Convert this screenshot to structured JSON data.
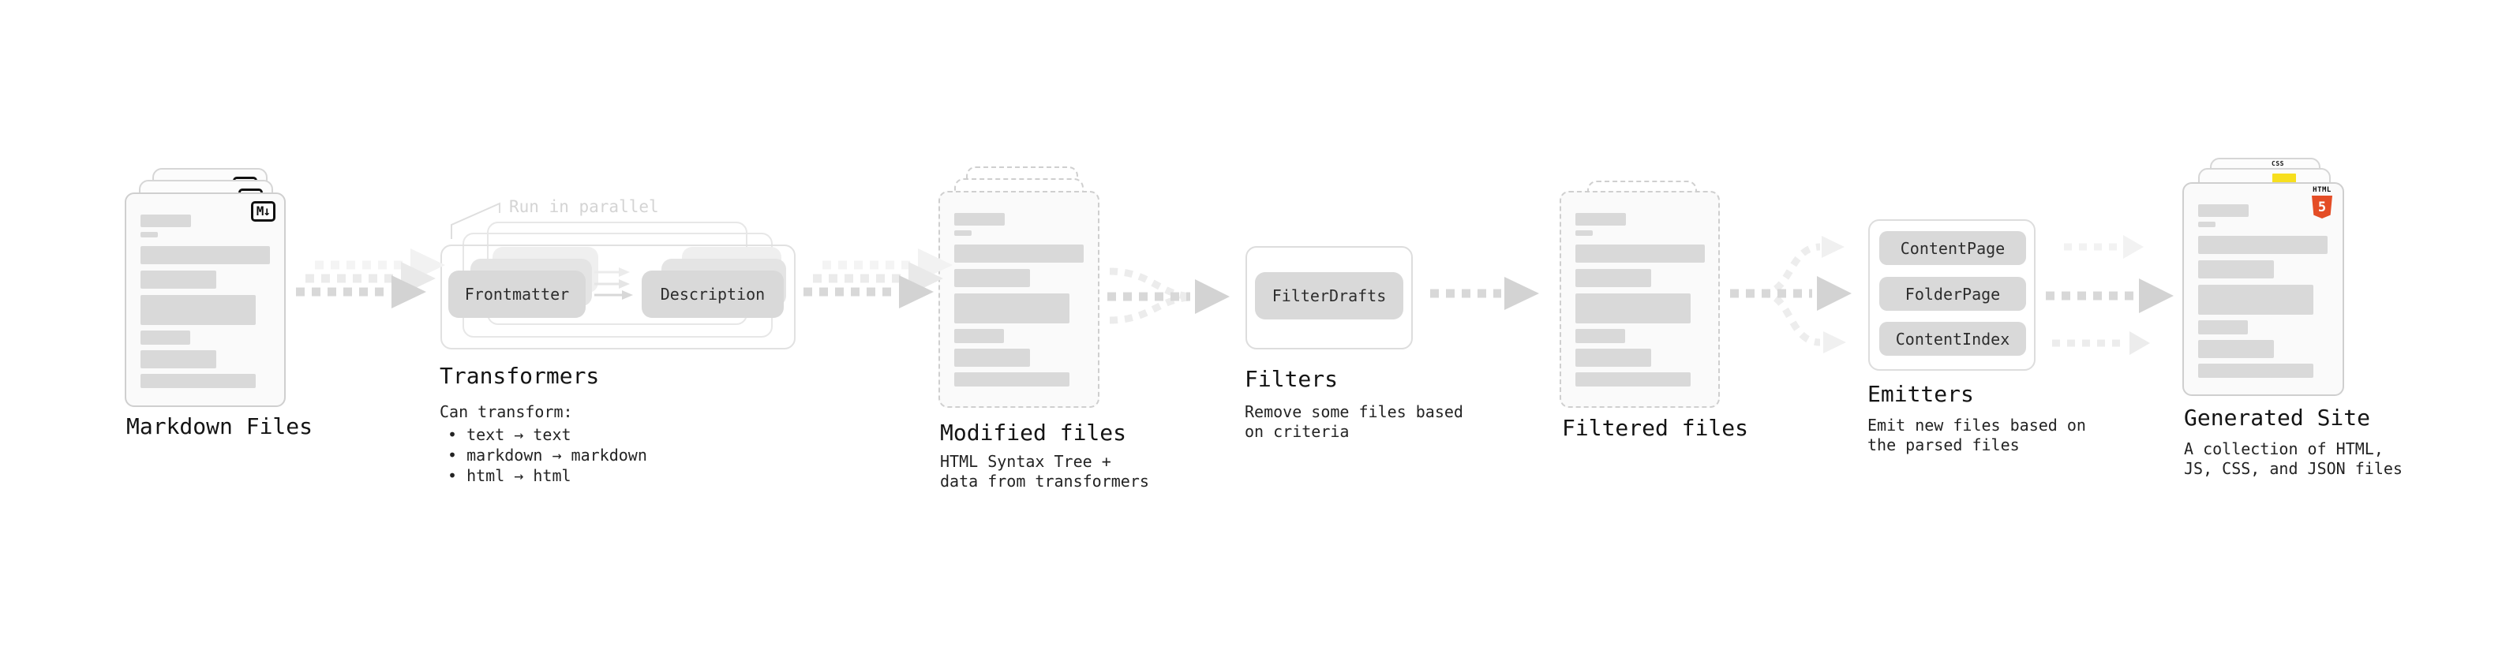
{
  "stages": {
    "markdown": {
      "title": "Markdown Files"
    },
    "transformers": {
      "title": "Transformers",
      "annotation": "Run in parallel",
      "pill_left": "Frontmatter",
      "pill_right": "Description",
      "caption_heading": "Can transform:",
      "bullets": [
        "• text → text",
        "• markdown → markdown",
        "• html → html"
      ]
    },
    "modified": {
      "title": "Modified files",
      "caption": [
        "HTML Syntax Tree +",
        "data from transformers"
      ]
    },
    "filters": {
      "title": "Filters",
      "pill": "FilterDrafts",
      "caption": [
        "Remove some files based",
        "on criteria"
      ]
    },
    "filtered": {
      "title": "Filtered files"
    },
    "emitters": {
      "title": "Emitters",
      "pills": [
        "ContentPage",
        "FolderPage",
        "ContentIndex"
      ],
      "caption": [
        "Emit new files based on",
        "the parsed files"
      ]
    },
    "generated": {
      "title": "Generated Site",
      "caption": [
        "A collection of HTML,",
        "JS, CSS, and JSON files"
      ]
    }
  },
  "badges": {
    "markdown_icon": "M↓",
    "html5_word": "HTML",
    "html5_number": "5",
    "css_word": "CSS"
  },
  "colors": {
    "html5_orange": "#e44d26",
    "js_yellow": "#f7df1e",
    "css_blue": "#2f68e0",
    "placeholder_gray": "#d9d9d9",
    "pill_gray": "#d9d9d9",
    "annotation_gray": "#d4d4d4"
  }
}
